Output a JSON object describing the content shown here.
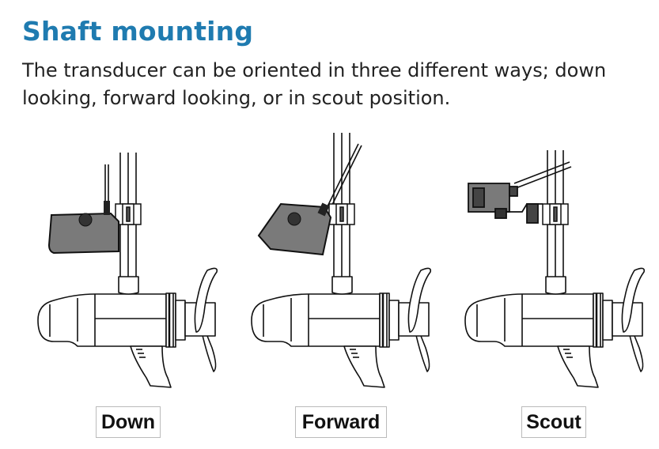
{
  "heading": "Shaft mounting",
  "intro": "The transducer can be oriented in three different ways; down looking, forward looking, or in scout position.",
  "positions": [
    {
      "label": "Down"
    },
    {
      "label": "Forward"
    },
    {
      "label": "Scout"
    }
  ]
}
